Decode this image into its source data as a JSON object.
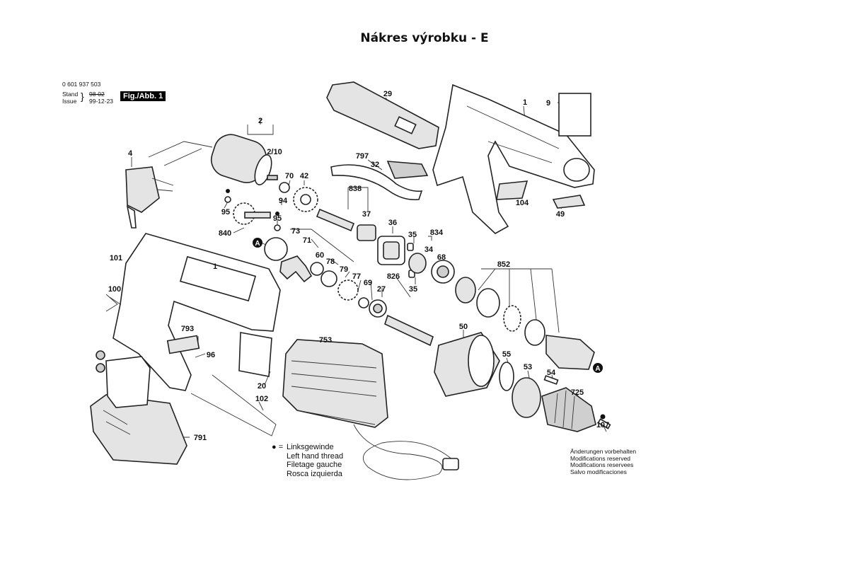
{
  "title": "Nákres výrobku - E",
  "header": {
    "part_number": "0 601 937 503",
    "stand_label": "Stand",
    "issue_label": "Issue",
    "struck_date": "98-02",
    "issue_date": "99-12-23",
    "figure_label": "Fig./Abb. 1"
  },
  "part_labels": [
    "2",
    "2/10",
    "4",
    "70",
    "42",
    "9",
    "29",
    "1",
    "797",
    "32",
    "838",
    "104",
    "49",
    "95",
    "94",
    "95",
    "37",
    "36",
    "35",
    "834",
    "840",
    "73",
    "71",
    "60",
    "78",
    "79",
    "77",
    "69",
    "27",
    "826",
    "34",
    "68",
    "35",
    "101",
    "1",
    "852",
    "100",
    "793",
    "96",
    "753",
    "50",
    "55",
    "53",
    "54",
    "725",
    "107",
    "20",
    "102",
    "791"
  ],
  "callouts": {
    "marker_a": "A"
  },
  "legend": {
    "symbol": "● =",
    "lines": [
      "Linksgewinde",
      "Left hand thread",
      "Filetage gauche",
      "Rosca izquierda"
    ]
  },
  "notes": [
    "Änderungen vorbehalten",
    "Modifications reserved",
    "Modifications reservees",
    "Salvo modificaciones"
  ],
  "colors": {
    "ink": "#111111",
    "part_fill": "#ffffff",
    "part_shade": "#e4e4e4",
    "background": "#ffffff"
  }
}
